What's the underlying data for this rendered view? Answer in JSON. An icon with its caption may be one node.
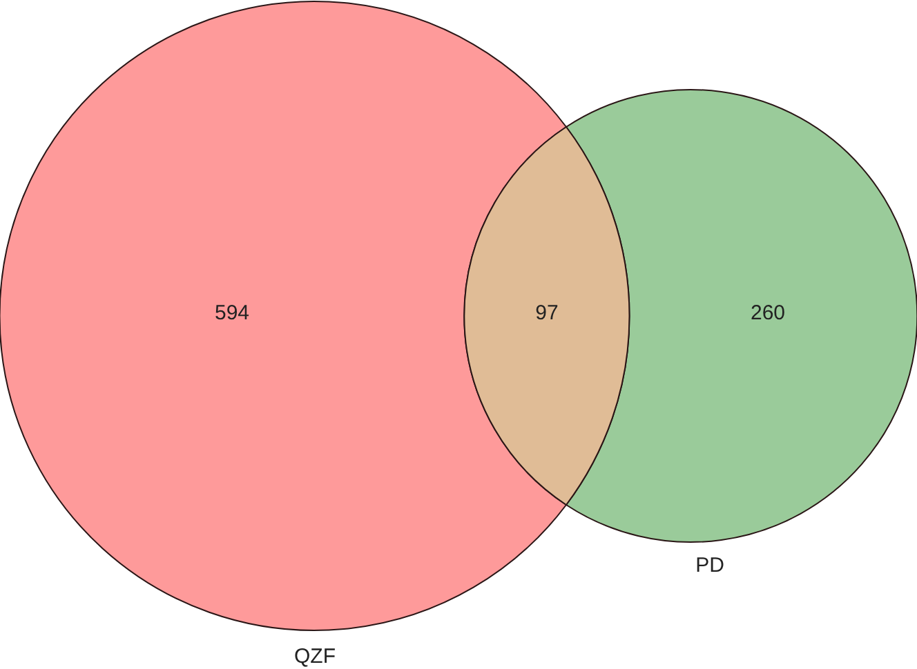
{
  "diagram": {
    "nodes": [
      {
        "text": [
          "594"
        ],
        "beside": [
          "QZF"
        ]
      },
      {
        "text": [
          "260"
        ],
        "beside": [
          "PD"
        ]
      },
      {
        "text": [
          "97"
        ]
      }
    ]
  }
}
